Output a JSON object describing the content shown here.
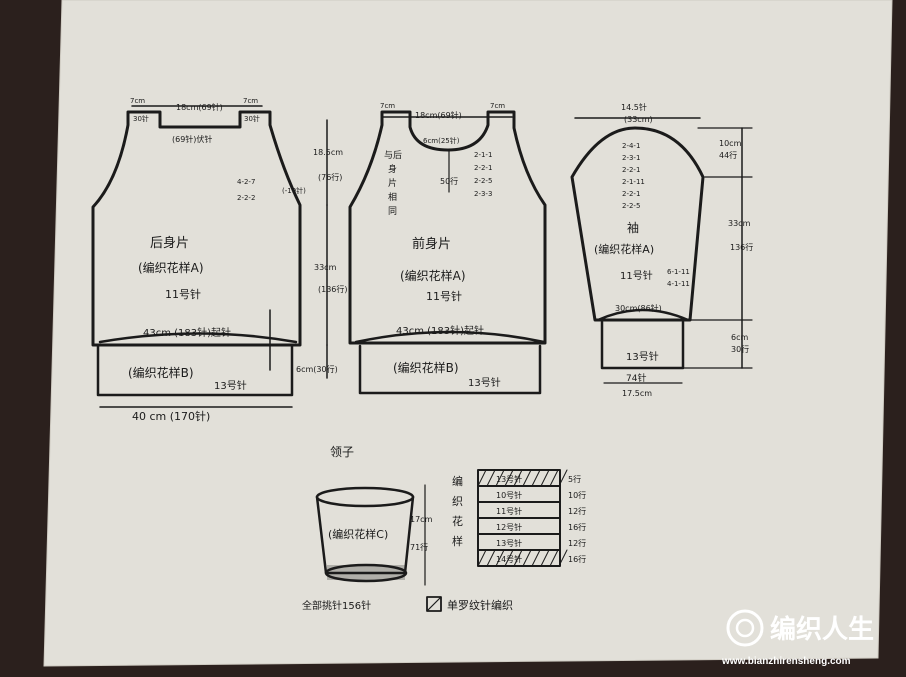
{
  "back_piece": {
    "title": "后身片",
    "pattern": "(编织花样A)",
    "needle": "11号针",
    "shoulder_left": "7cm",
    "shoulder_left_st": "30针",
    "neck_top": "18cm(69针)",
    "shoulder_right": "7cm",
    "shoulder_right_st": "30针",
    "neck_note": "(69针)伏针",
    "armhole_dec": "4-2-7",
    "armhole_dec2": "2-2-2",
    "armhole_st": "(-19针)",
    "armhole_height": "18.5cm",
    "armhole_rows": "(76行)",
    "body_height": "33cm",
    "body_rows": "(136行)",
    "width_upper": "43cm (183针)起针",
    "rib_height": "6cm(30行)",
    "rib_pattern": "(编织花样B)",
    "rib_needle": "13号针",
    "width_bottom": "40 cm (170针)"
  },
  "front_piece": {
    "title": "前身片",
    "pattern": "(编织花样A)",
    "needle": "11号针",
    "shoulder_left": "7cm",
    "neck_top": "18cm(69针)",
    "shoulder_right": "7cm",
    "neck_center": "6cm(25针)",
    "neck_dec_1": "2-1-1",
    "neck_dec_2": "2-2-1",
    "neck_dec_3": "2-2-5",
    "neck_dec_4": "2-3-3",
    "side_note_1": "与后",
    "side_note_2": "身",
    "side_note_3": "片",
    "side_note_4": "相",
    "side_note_5": "同",
    "neck_rows": "50行",
    "width_upper": "43cm (183针)起针",
    "rib_pattern": "(编织花样B)",
    "rib_needle": "13号针"
  },
  "sleeve": {
    "top_width": "14.5针",
    "top_st": "(33cm)",
    "cap_dec_1": "2-4-1",
    "cap_dec_2": "2-3-1",
    "cap_dec_3": "2-2-1",
    "cap_dec_4": "2-1-11",
    "cap_dec_5": "2-2-1",
    "cap_dec_6": "2-2-5",
    "cap_height": "10cm",
    "cap_rows": "44行",
    "title": "袖",
    "pattern": "(编织花样A)",
    "needle": "11号针",
    "inc_1": "6-1-11",
    "inc_2": "4-1-11",
    "length": "33cm",
    "length_rows": "136行",
    "lower_width": "30cm(86针)",
    "cuff_height": "6cm",
    "cuff_rows": "30行",
    "cuff_needle": "13号针",
    "cuff_st": "74针",
    "cuff_width": "17.5cm"
  },
  "collar": {
    "title": "领子",
    "pattern": "(编织花样C)",
    "height": "17cm",
    "rows": "71行",
    "pickup": "全部挑针156针"
  },
  "needle_chart": {
    "side_label_1": "编",
    "side_label_2": "织",
    "side_label_3": "花",
    "side_label_4": "样",
    "rows": [
      {
        "needle": "13号针",
        "rows": "5行"
      },
      {
        "needle": "10号针",
        "rows": "10行"
      },
      {
        "needle": "11号针",
        "rows": "12行"
      },
      {
        "needle": "12号针",
        "rows": "16行"
      },
      {
        "needle": "13号针",
        "rows": "12行"
      },
      {
        "needle": "14号针",
        "rows": "16行"
      }
    ]
  },
  "legend": {
    "text": "单罗纹针编织"
  },
  "watermark": {
    "brand": "编织人生",
    "url": "www.bianzhirensheng.com"
  }
}
